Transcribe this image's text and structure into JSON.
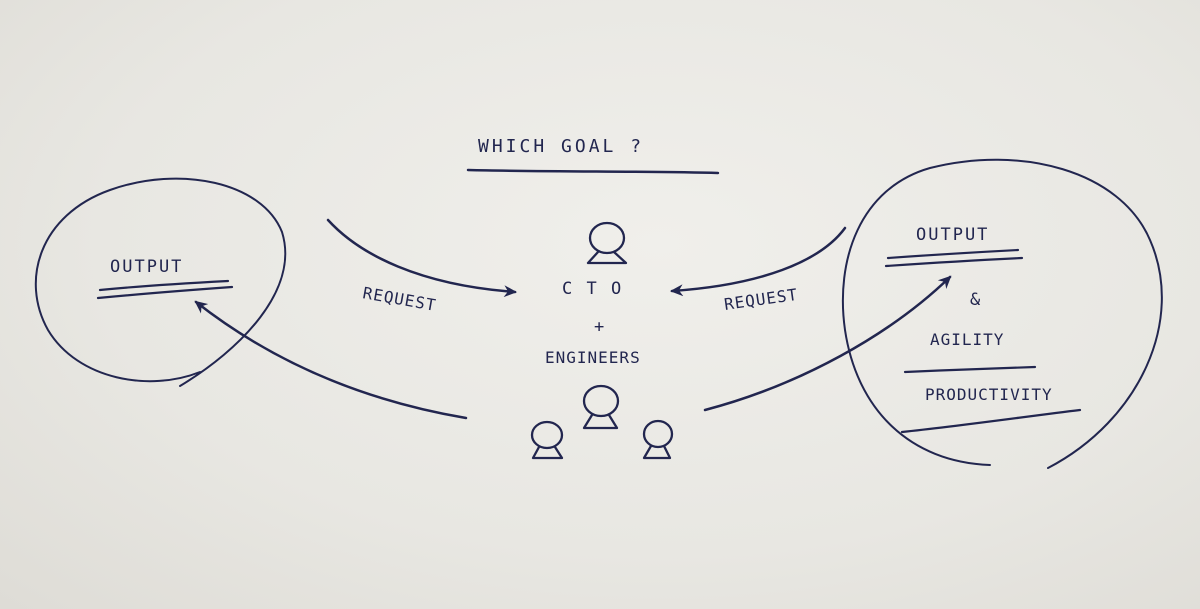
{
  "diagram": {
    "title": "WHICH GOAL ?",
    "center": {
      "role_top": "C T O",
      "plus": "+",
      "role_bottom": "ENGINEERS"
    },
    "left_request": "REQUEST",
    "right_request": "REQUEST",
    "left_goal": {
      "label": "OUTPUT"
    },
    "right_goal": {
      "label": "OUTPUT",
      "ampersand": "&",
      "item_1": "AGILITY",
      "item_2": "PRODUCTIVITY"
    },
    "ink_color": "#22264f",
    "paper_color": "#e9e8e3"
  }
}
